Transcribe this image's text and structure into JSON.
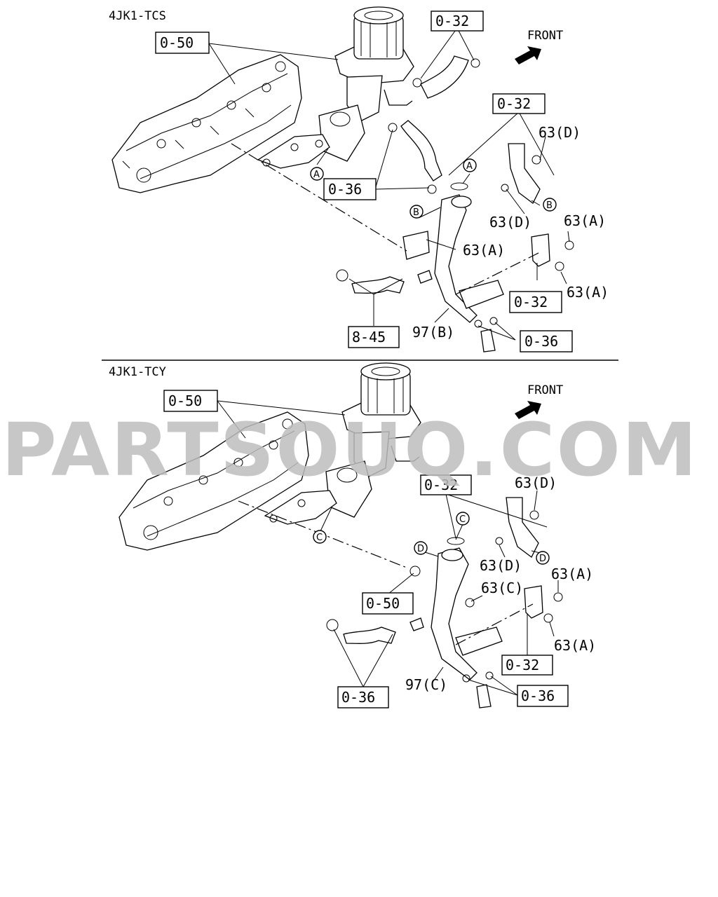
{
  "watermark": "PARTSOUQ.COM",
  "sections": [
    {
      "variant": "4JK1-TCS",
      "front": "FRONT",
      "refs": [
        "0-50",
        "0-32",
        "0-32",
        "0-36",
        "0-32",
        "8-45",
        "0-36"
      ],
      "parts": [
        "63(D)",
        "63(D)",
        "63(A)",
        "63(A)",
        "63(A)",
        "97(B)"
      ],
      "callouts": [
        "A",
        "A",
        "B",
        "B"
      ]
    },
    {
      "variant": "4JK1-TCY",
      "front": "FRONT",
      "refs": [
        "0-50",
        "0-32",
        "0-50",
        "0-32",
        "0-36",
        "0-36"
      ],
      "parts": [
        "63(D)",
        "63(D)",
        "63(C)",
        "63(A)",
        "63(A)",
        "97(C)"
      ],
      "callouts": [
        "C",
        "C",
        "D",
        "D"
      ]
    }
  ]
}
